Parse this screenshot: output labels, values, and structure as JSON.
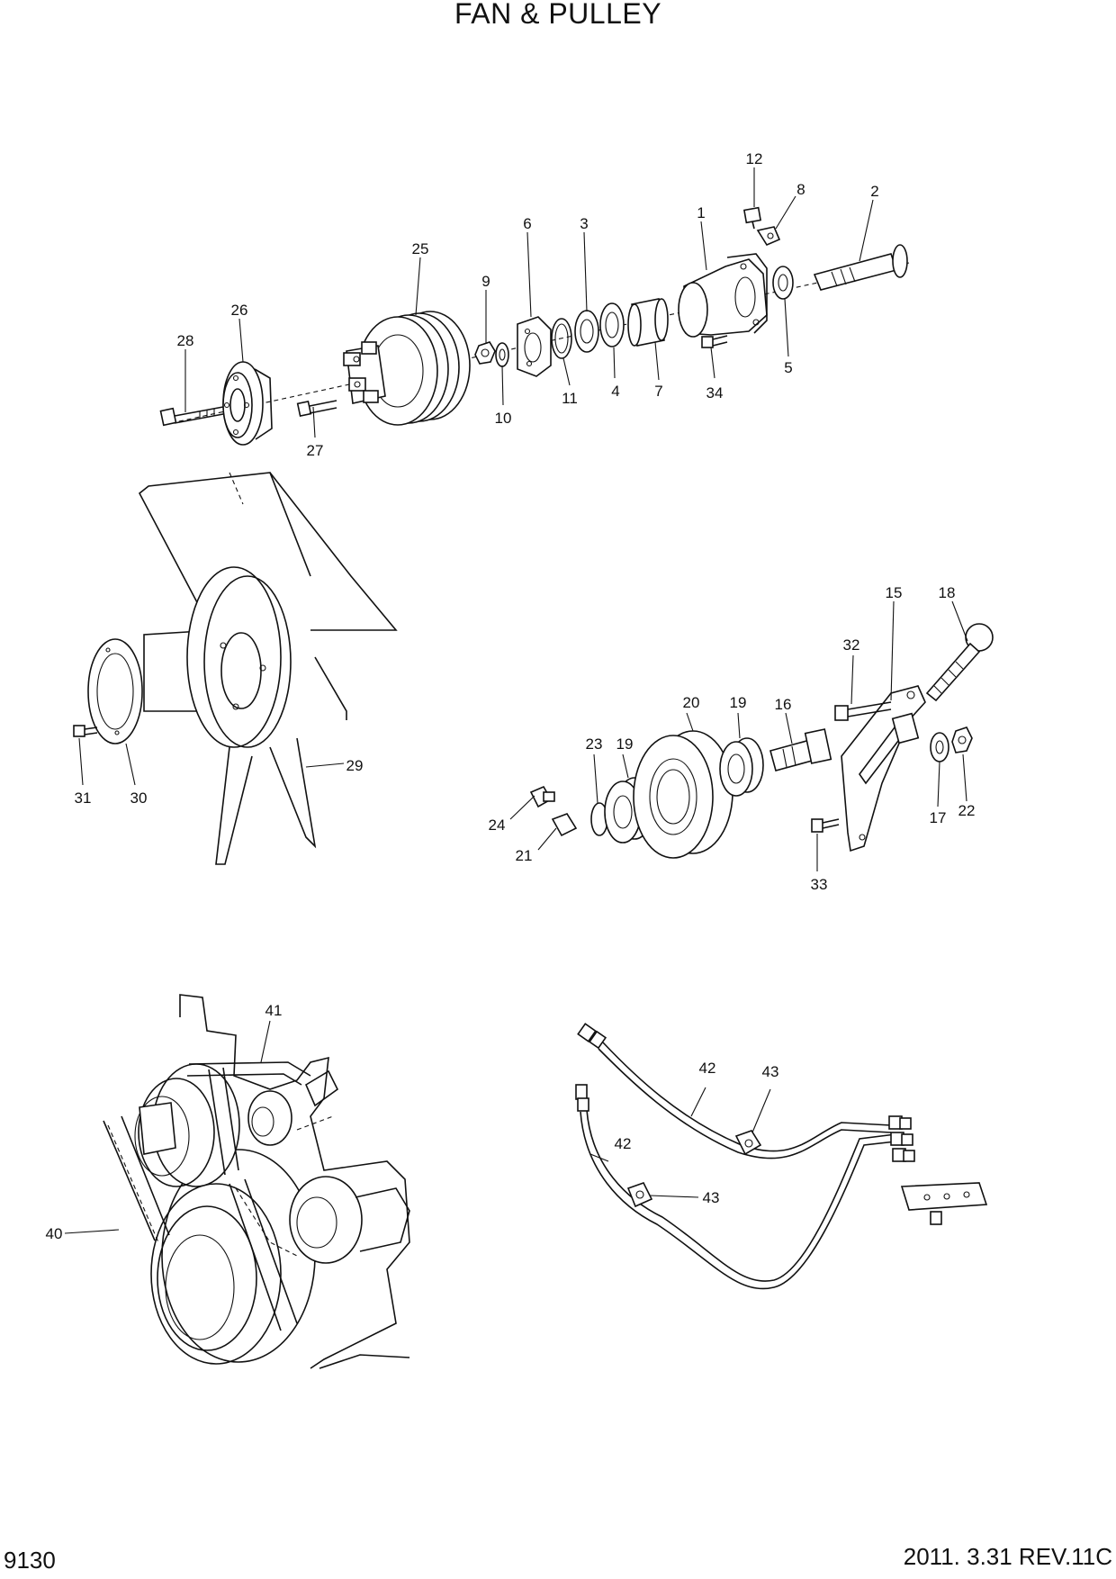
{
  "title": "FAN & PULLEY",
  "page_number": "9130",
  "revision": "2011. 3.31  REV.11C",
  "callouts": {
    "c1": "1",
    "c2": "2",
    "c3": "3",
    "c4": "4",
    "c5": "5",
    "c6": "6",
    "c7": "7",
    "c8": "8",
    "c9": "9",
    "c10": "10",
    "c11": "11",
    "c12": "12",
    "c15": "15",
    "c16": "16",
    "c17": "17",
    "c18": "18",
    "c19a": "19",
    "c19b": "19",
    "c20": "20",
    "c21": "21",
    "c22": "22",
    "c23": "23",
    "c24": "24",
    "c25": "25",
    "c26": "26",
    "c27": "27",
    "c28": "28",
    "c29": "29",
    "c30": "30",
    "c31": "31",
    "c32": "32",
    "c33": "33",
    "c34": "34",
    "c40": "40",
    "c41": "41",
    "c42a": "42",
    "c42b": "42",
    "c43a": "43",
    "c43b": "43"
  }
}
